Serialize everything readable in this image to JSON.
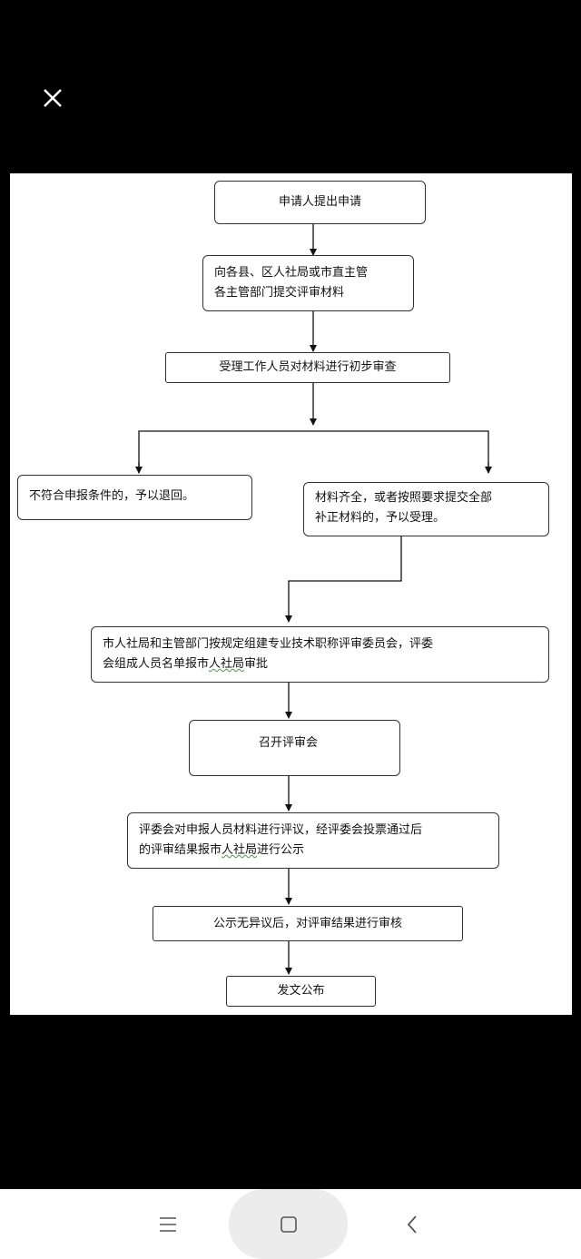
{
  "viewer": {
    "close_icon": "close-icon"
  },
  "flowchart": {
    "step1": "申请人提出申请",
    "step2_line1": "向各县、区人社局或市直主管",
    "step2_line2": "各主管部门提交评审材料",
    "step3": "受理工作人员对材料进行初步审查",
    "reject": "不符合申报条件的，予以退回。",
    "accept_line1": "材料齐全，或者按照要求提交全部",
    "accept_line2": "补正材料的，予以受理。",
    "step4_line1": "市人社局和主管部门按规定组建专业技术职称评审委员会，评委",
    "step4_line2_a": "会组成人员名单报市",
    "step4_line2_b": "人社局",
    "step4_line2_c": "审批",
    "step5": "召开评审会",
    "step6_line1": "评委会对申报人员材料进行评议，经评委会投票通过后",
    "step6_line2_a": "的评审结果报市",
    "step6_line2_b": "人社局",
    "step6_line2_c": "进行公示",
    "step7": "公示无异议后，对评审结果进行审核",
    "step8": "发文公布"
  },
  "nav_bar": {
    "menu_icon": "menu-icon",
    "home_icon": "home-icon",
    "back_icon": "back-icon"
  }
}
